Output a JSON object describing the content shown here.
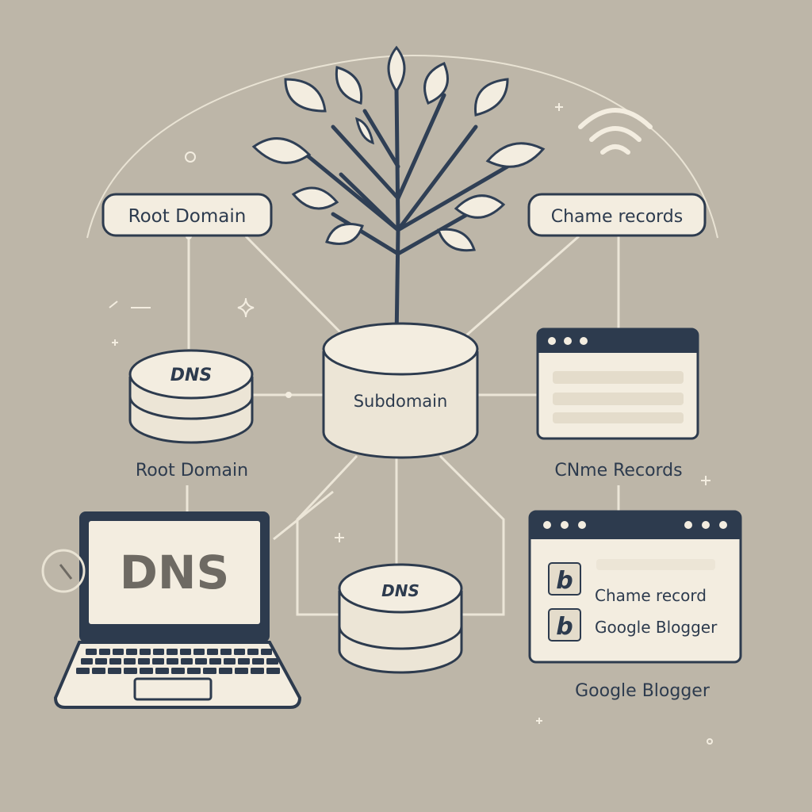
{
  "colors": {
    "background": "#bdb6a8",
    "ink": "#2d3b4e",
    "paper": "#f3ede0",
    "stroke_light": "#e9e3d4",
    "bar": "#e4dccb",
    "tree": "#2f3f55"
  },
  "labels": {
    "root_domain_pill": "Root Domain",
    "cname_records_pill": "Chame records",
    "dns_stack_left": "DNS",
    "root_domain_caption": "Root Domain",
    "subdomain": "Subdomain",
    "cname_records_caption": "CNme Records",
    "laptop_screen": "DNS",
    "dns_stack_bottom": "DNS",
    "browser_item_1": "Chame record",
    "browser_item_2": "Google Blogger",
    "google_blogger_caption": "Google Blogger"
  },
  "icons": {
    "blogger_icon": "b",
    "wifi": "wifi-icon",
    "sparkle": "sparkle-icon"
  }
}
